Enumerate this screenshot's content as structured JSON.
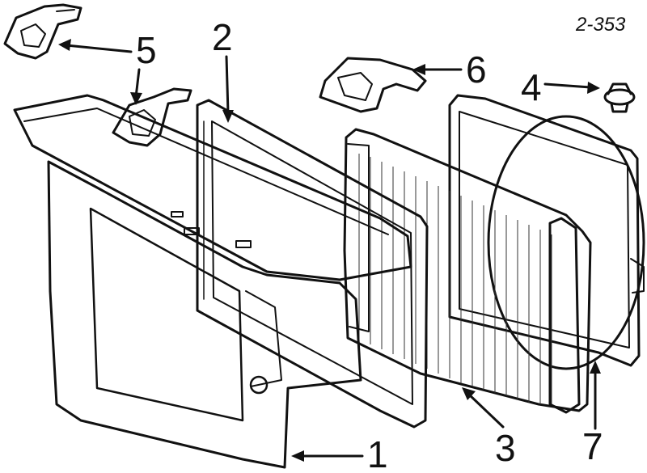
{
  "diagram": {
    "figure_ref": "2-353",
    "callouts": {
      "core_support": "1",
      "radiator_support": "2",
      "radiator": "3",
      "cap": "4",
      "upper_bracket_left": "5",
      "upper_bracket_right": "6",
      "fan_shroud": "7"
    }
  }
}
